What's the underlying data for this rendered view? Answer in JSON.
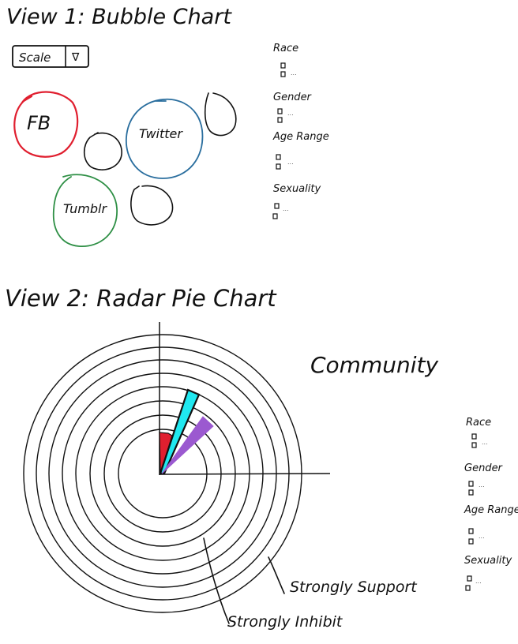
{
  "view1": {
    "title": "View 1: Bubble Chart",
    "scale_dropdown": {
      "selected": "Scale",
      "arrow_glyph": "∇"
    },
    "bubbles": [
      {
        "label": "FB",
        "color": "#e01f2f"
      },
      {
        "label": "Twitter",
        "color": "#2a6e9e"
      },
      {
        "label": "Tumblr",
        "color": "#2e8f45"
      },
      {
        "label": "",
        "color": "#111111"
      },
      {
        "label": "",
        "color": "#111111"
      },
      {
        "label": "",
        "color": "#111111"
      }
    ],
    "filters": [
      {
        "label": "Race",
        "ellipsis": "..."
      },
      {
        "label": "Gender",
        "ellipsis": "..."
      },
      {
        "label": "Age Range",
        "ellipsis": "..."
      },
      {
        "label": "Sexuality",
        "ellipsis": "..."
      }
    ]
  },
  "view2": {
    "title": "View 2: Radar Pie Chart",
    "chart_title": "Community",
    "wedges": [
      {
        "color": "#e01f2f"
      },
      {
        "color": "#20e8f0"
      },
      {
        "color": "#9b59d0"
      }
    ],
    "annotations": {
      "strongly_support": "Strongly Support",
      "strongly_inhibit": "Strongly Inhibit"
    },
    "filters": [
      {
        "label": "Race",
        "ellipsis": "..."
      },
      {
        "label": "Gender",
        "ellipsis": "..."
      },
      {
        "label": "Age Range",
        "ellipsis": "..."
      },
      {
        "label": "Sexuality",
        "ellipsis": "..."
      }
    ]
  }
}
